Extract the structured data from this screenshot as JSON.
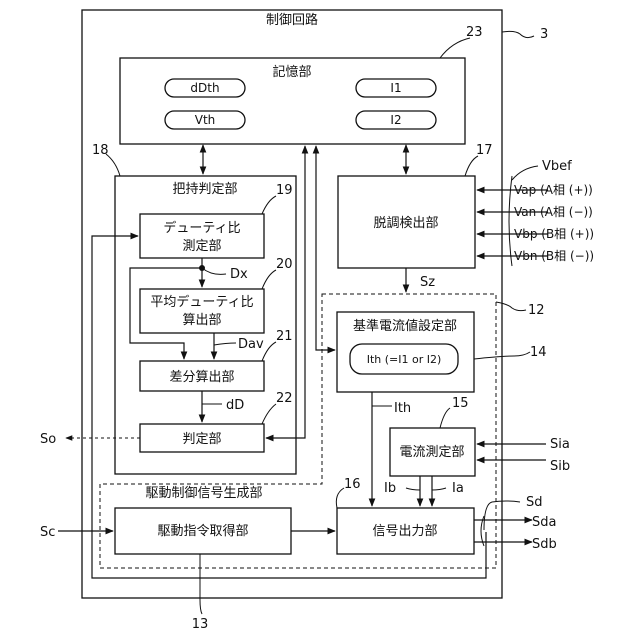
{
  "labels": {
    "control_circuit": "制御回路",
    "storage": "記憶部",
    "grip_judgment": "把持判定部",
    "duty_measure_l1": "デューティ比",
    "duty_measure_l2": "測定部",
    "avg_duty_l1": "平均デューティ比",
    "avg_duty_l2": "算出部",
    "diff_calc": "差分算出部",
    "judgment": "判定部",
    "detune_detect": "脱調検出部",
    "ref_current": "基準電流値設定部",
    "current_measure": "電流測定部",
    "drive_gen": "駆動制御信号生成部",
    "drive_cmd": "駆動指令取得部",
    "signal_out": "信号出力部"
  },
  "memory_values": {
    "dDth": "dDth",
    "Vth": "Vth",
    "I1": "I1",
    "I2": "I2"
  },
  "ith_formula": "Ith (=I1 or I2)",
  "signals": {
    "Vbef": "Vbef",
    "Vap": "Vap (A相 (+))",
    "Van": "Van (A相 (−))",
    "Vbp": "Vbp (B相 (+))",
    "Vbn": "Vbn (B相 (−))",
    "Sz": "Sz",
    "Dx": "Dx",
    "Dav": "Dav",
    "dD": "dD",
    "Ith": "Ith",
    "Ib": "Ib",
    "Ia": "Ia",
    "Sia": "Sia",
    "Sib": "Sib",
    "So": "So",
    "Sc": "Sc",
    "Sd": "Sd",
    "Sda": "Sda",
    "Sdb": "Sdb"
  },
  "refs": {
    "r3": "3",
    "r12": "12",
    "r13": "13",
    "r14": "14",
    "r15": "15",
    "r16": "16",
    "r17": "17",
    "r18": "18",
    "r19": "19",
    "r20": "20",
    "r21": "21",
    "r22": "22",
    "r23": "23"
  }
}
